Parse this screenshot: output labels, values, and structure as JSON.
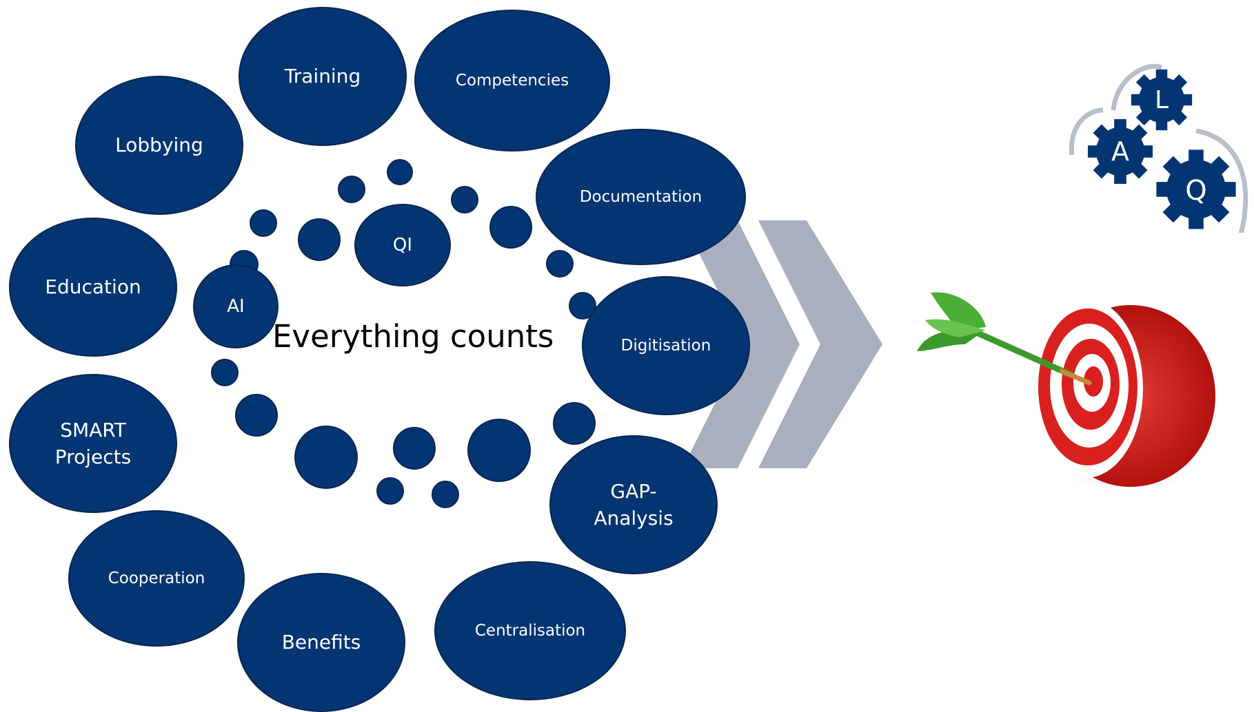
{
  "diagram": {
    "center_label": "Everything counts",
    "topics": [
      "Training",
      "Competencies",
      "Lobbying",
      "Documentation",
      "Education",
      "Digitisation",
      "SMART Projects",
      "GAP-Analysis",
      "Cooperation",
      "Benefits",
      "Centralisation"
    ],
    "inner_topics": [
      "QI",
      "AI"
    ],
    "gears": [
      "L",
      "A",
      "Q"
    ],
    "colors": {
      "bubble": "#033573",
      "chevron": "#a9afbe",
      "target_red": "#d8201f",
      "dart_green": "#3c9a2c"
    }
  },
  "labels": {
    "training": "Training",
    "competencies": "Competencies",
    "lobbying": "Lobbying",
    "documentation": "Documentation",
    "education": "Education",
    "digitisation": "Digitisation",
    "smart_line1": "SMART",
    "smart_line2": "Projects",
    "gap_line1": "GAP-",
    "gap_line2": "Analysis",
    "cooperation": "Cooperation",
    "benefits": "Benefits",
    "centralisation": "Centralisation",
    "qi": "QI",
    "ai": "AI",
    "center": "Everything counts",
    "gear_l": "L",
    "gear_a": "A",
    "gear_q": "Q"
  }
}
